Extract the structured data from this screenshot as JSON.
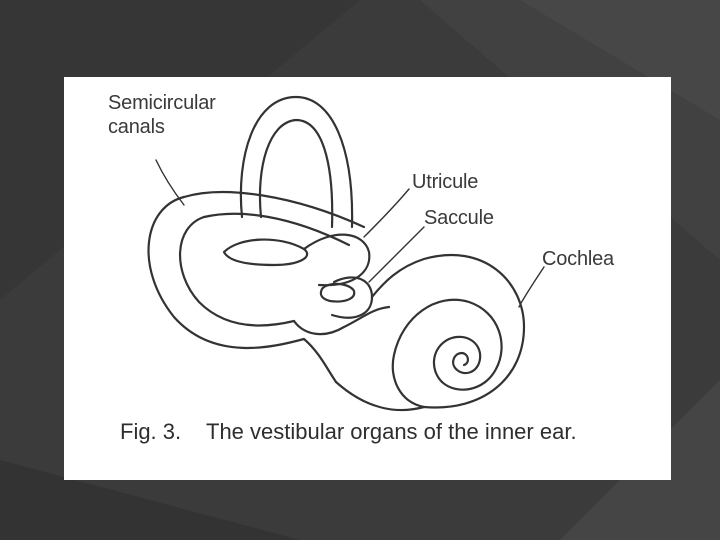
{
  "slide": {
    "background_color": "#3a3a3a",
    "figure": {
      "labels": {
        "semicircular_canals": [
          "Semicircular",
          "canals"
        ],
        "utricule": "Utricule",
        "saccule": "Saccule",
        "cochlea": "Cochlea"
      },
      "caption": {
        "number": "Fig. 3.",
        "text": "The vestibular organs of the inner ear."
      }
    }
  }
}
